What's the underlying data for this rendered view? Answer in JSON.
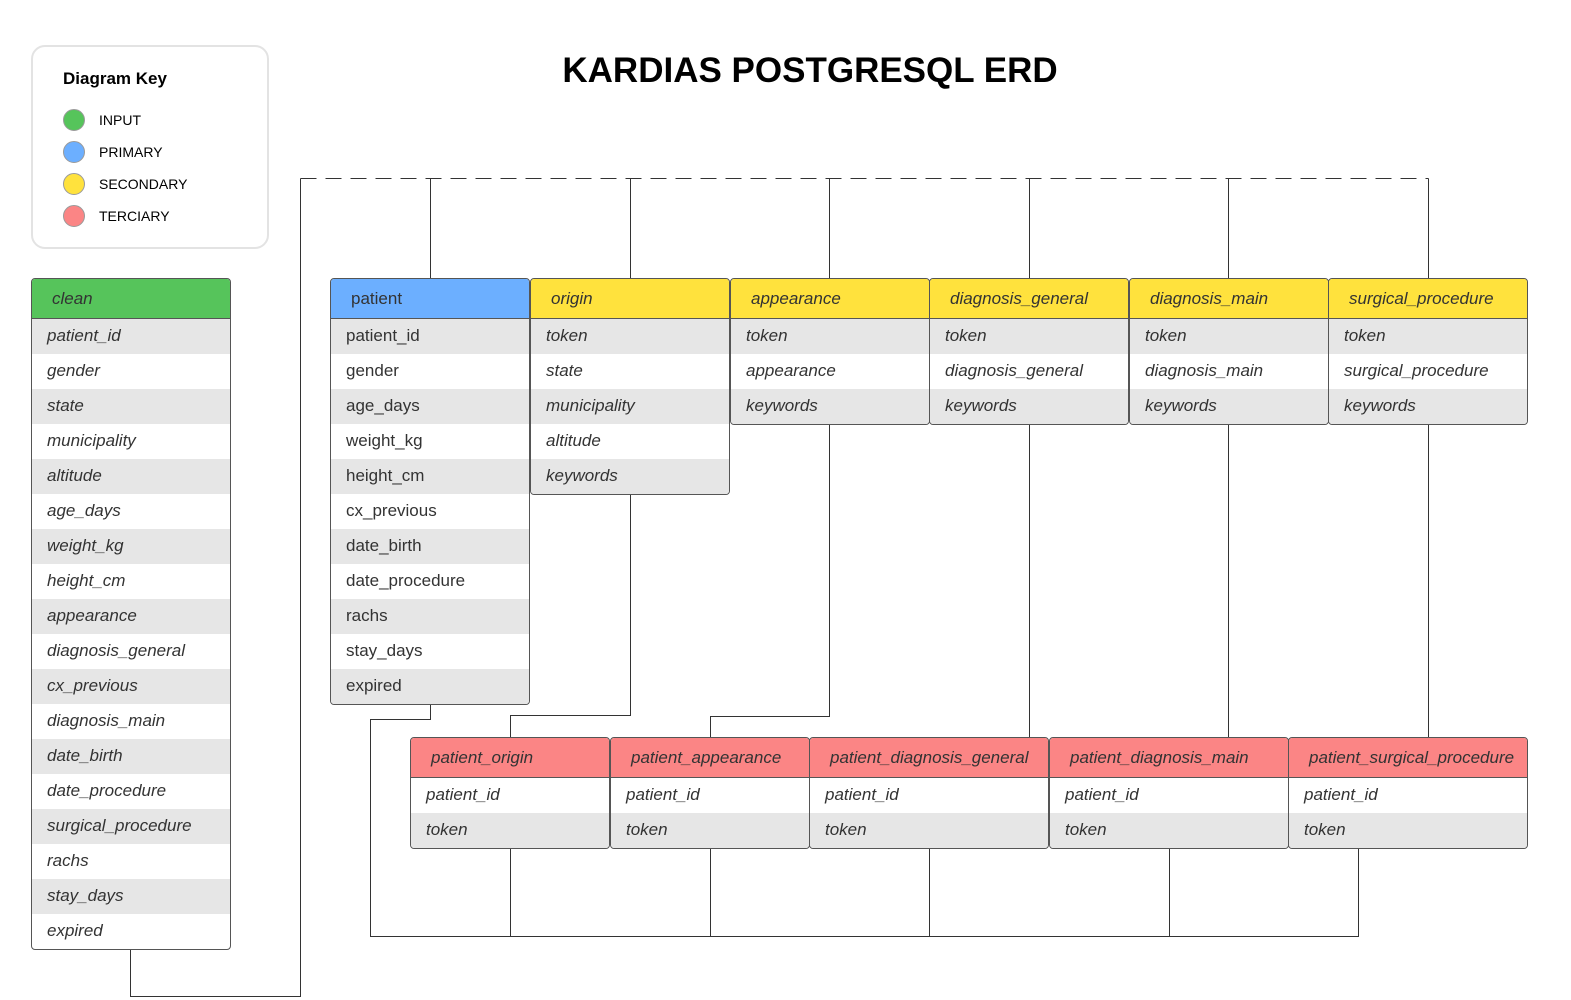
{
  "title": "KARDIAS POSTGRESQL ERD",
  "key": {
    "title": "Diagram Key",
    "items": [
      {
        "label": "INPUT",
        "color": "#56c45b"
      },
      {
        "label": "PRIMARY",
        "color": "#6cafff"
      },
      {
        "label": "SECONDARY",
        "color": "#ffe23d"
      },
      {
        "label": "TERCIARY",
        "color": "#fb8585"
      }
    ]
  },
  "tables": {
    "clean": {
      "name": "clean",
      "type": "INPUT",
      "fields": [
        "patient_id",
        "gender",
        "state",
        "municipality",
        "altitude",
        "age_days",
        "weight_kg",
        "height_cm",
        "appearance",
        "diagnosis_general",
        "cx_previous",
        "diagnosis_main",
        "date_birth",
        "date_procedure",
        "surgical_procedure",
        "rachs",
        "stay_days",
        "expired"
      ]
    },
    "patient": {
      "name": "patient",
      "type": "PRIMARY",
      "fields": [
        "patient_id",
        "gender",
        "age_days",
        "weight_kg",
        "height_cm",
        "cx_previous",
        "date_birth",
        "date_procedure",
        "rachs",
        "stay_days",
        "expired"
      ]
    },
    "origin": {
      "name": "origin",
      "type": "SECONDARY",
      "fields": [
        "token",
        "state",
        "municipality",
        "altitude",
        "keywords"
      ]
    },
    "appearance": {
      "name": "appearance",
      "type": "SECONDARY",
      "fields": [
        "token",
        "appearance",
        "keywords"
      ]
    },
    "diagnosis_general": {
      "name": "diagnosis_general",
      "type": "SECONDARY",
      "fields": [
        "token",
        "diagnosis_general",
        "keywords"
      ]
    },
    "diagnosis_main": {
      "name": "diagnosis_main",
      "type": "SECONDARY",
      "fields": [
        "token",
        "diagnosis_main",
        "keywords"
      ]
    },
    "surgical_procedure": {
      "name": "surgical_procedure",
      "type": "SECONDARY",
      "fields": [
        "token",
        "surgical_procedure",
        "keywords"
      ]
    },
    "patient_origin": {
      "name": "patient_origin",
      "type": "TERCIARY",
      "fields": [
        "patient_id",
        "token"
      ]
    },
    "patient_appearance": {
      "name": "patient_appearance",
      "type": "TERCIARY",
      "fields": [
        "patient_id",
        "token"
      ]
    },
    "patient_diagnosis_general": {
      "name": "patient_diagnosis_general",
      "type": "TERCIARY",
      "fields": [
        "patient_id",
        "token"
      ]
    },
    "patient_diagnosis_main": {
      "name": "patient_diagnosis_main",
      "type": "TERCIARY",
      "fields": [
        "patient_id",
        "token"
      ]
    },
    "patient_surgical_procedure": {
      "name": "patient_surgical_procedure",
      "type": "TERCIARY",
      "fields": [
        "patient_id",
        "token"
      ]
    }
  }
}
